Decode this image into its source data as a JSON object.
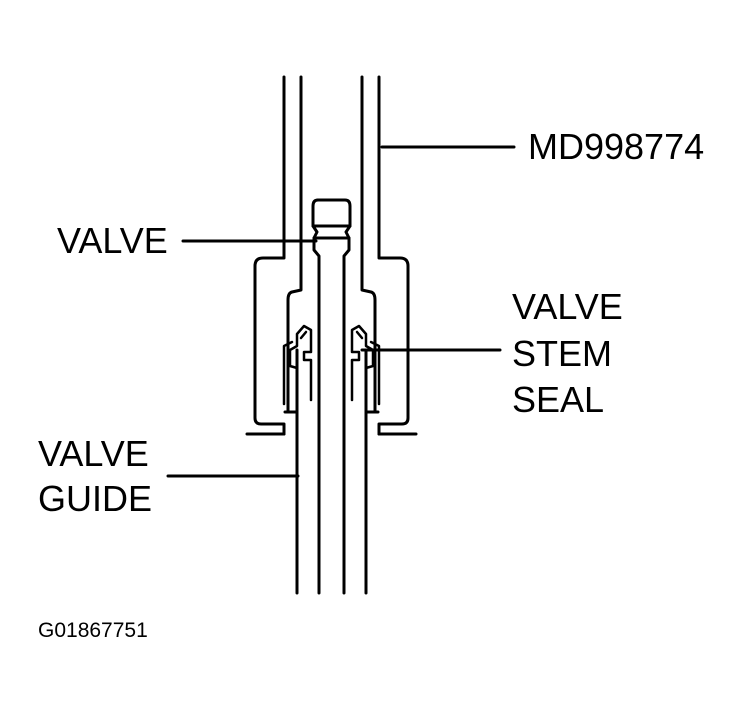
{
  "labels": {
    "tool": "MD998774",
    "valve": "VALVE",
    "valve_stem_seal": [
      "VALVE",
      "STEM",
      "SEAL"
    ],
    "valve_guide": [
      "VALVE",
      "GUIDE"
    ]
  },
  "figure_code": "G01867751",
  "colors": {
    "line": "#000000",
    "background": "#ffffff"
  }
}
